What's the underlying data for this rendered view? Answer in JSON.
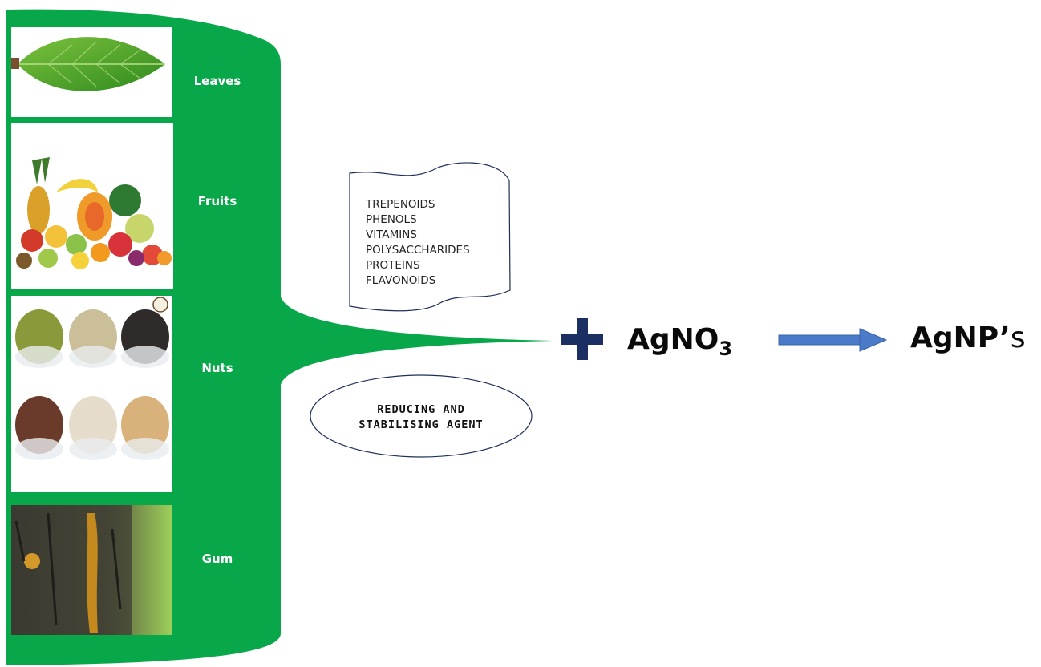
{
  "sources": [
    {
      "label": "Leaves",
      "image": "leaf-image"
    },
    {
      "label": "Fruits",
      "image": "fruits-image"
    },
    {
      "label": "Nuts",
      "image": "nuts-image"
    },
    {
      "label": "Gum",
      "image": "gum-image"
    }
  ],
  "phytochemicals": [
    "TREPENOIDS",
    "PHENOLS",
    "VITAMINS",
    "POLYSACCHARIDES",
    "PROTEINS",
    "FLAVONOIDS"
  ],
  "agent": {
    "line1": "REDUCING AND",
    "line2": "STABILISING AGENT"
  },
  "reaction": {
    "plus_icon": "plus-icon",
    "reagent": "AgNO",
    "reagent_subscript": "3",
    "arrow_icon": "right-arrow-icon",
    "product": "AgNP’",
    "product_suffix": "s"
  },
  "colors": {
    "funnel": "#08a84a",
    "plus": "#1c2f63",
    "arrow": "#4a7bc8",
    "outline": "#1d2f5a"
  }
}
